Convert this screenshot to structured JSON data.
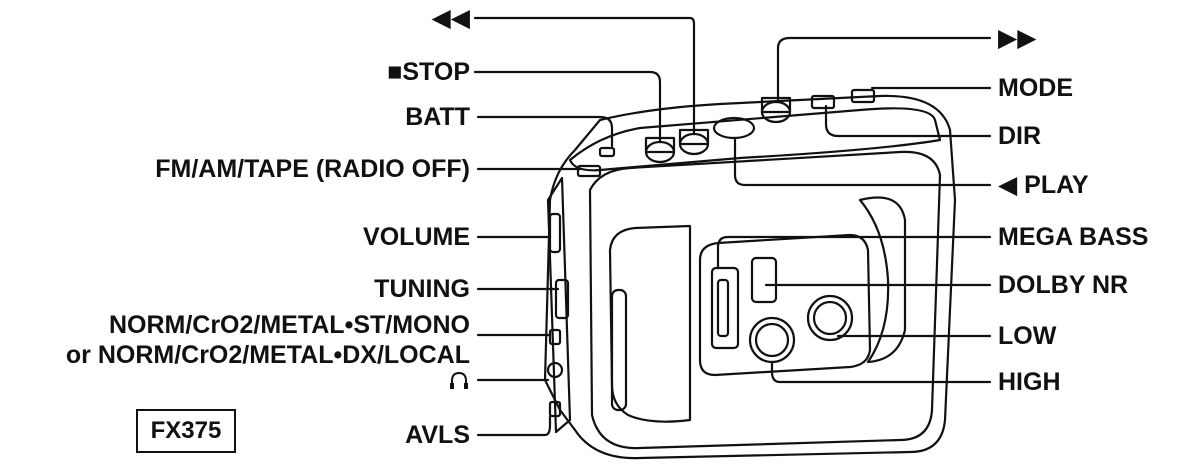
{
  "labels": {
    "rewind": "◀◀",
    "stop": "■STOP",
    "batt": "BATT",
    "radio_switch": "FM/AM/TAPE (RADIO OFF)",
    "volume": "VOLUME",
    "tuning": "TUNING",
    "tape_select_1": "NORM/CrO2/METAL•ST/MONO",
    "tape_select_2": "or NORM/CrO2/METAL•DX/LOCAL",
    "headphones": "headphone-icon",
    "avls": "AVLS",
    "fast_forward": "▶▶",
    "mode": "MODE",
    "dir": "DIR",
    "play": "◀ PLAY",
    "mega_bass": "MEGA BASS",
    "dolby_nr": "DOLBY NR",
    "low": "LOW",
    "high": "HIGH"
  },
  "model": "FX375",
  "colors": {
    "line": "#111111",
    "body": "#ffffff",
    "shade": "#d8d8d8"
  }
}
